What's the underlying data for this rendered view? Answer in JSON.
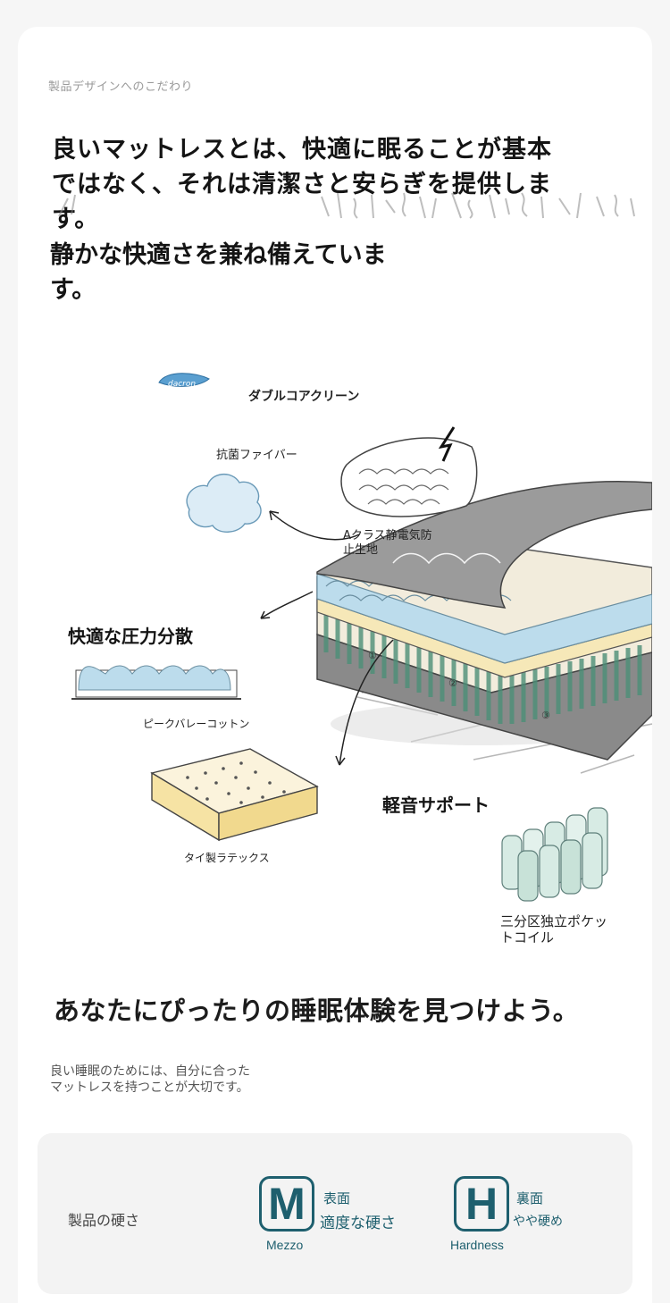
{
  "section_label": "製品デザインへのこだわり",
  "headline": "良いマットレスとは、快適に眠ることが基本ではなく、それは清潔さと安らぎを提供します。",
  "subheadline": "静かな快適さを兼ね備えています。",
  "illustration": {
    "labels": {
      "double_core": "ダブルコアクリーン",
      "antibacterial": "抗菌ファイバー",
      "dacron": "dacron",
      "antistatic_line1": "Aクラス静電気防",
      "antistatic_line2": "止生地",
      "pressure": "快適な圧力分散",
      "peak_valley": "ピークバレーコットン",
      "latex": "タイ製ラテックス",
      "support": "軽音サポート",
      "coil_line1": "三分区独立ポケッ",
      "coil_line2": "トコイル",
      "zone_1": "①",
      "zone_2": "②",
      "zone_3": "③"
    }
  },
  "tagline": "あなたにぴったりの睡眠体験を見つけよう。",
  "body_text": "良い睡眠のためには、自分に合ったマットレスを持つことが大切です。",
  "hardness": {
    "label": "製品の硬さ",
    "items": [
      {
        "letter": "M",
        "caption": "Mezzo",
        "title": "表面",
        "desc": "適度な硬さ"
      },
      {
        "letter": "H",
        "caption": "Hardness",
        "title": "裏面",
        "desc": "やや硬め"
      }
    ]
  },
  "colors": {
    "accent": "#1e5f6e",
    "foam_blue": "#bcdcec",
    "latex_yellow": "#f6e8b8",
    "coil_green": "#6fb39a"
  }
}
